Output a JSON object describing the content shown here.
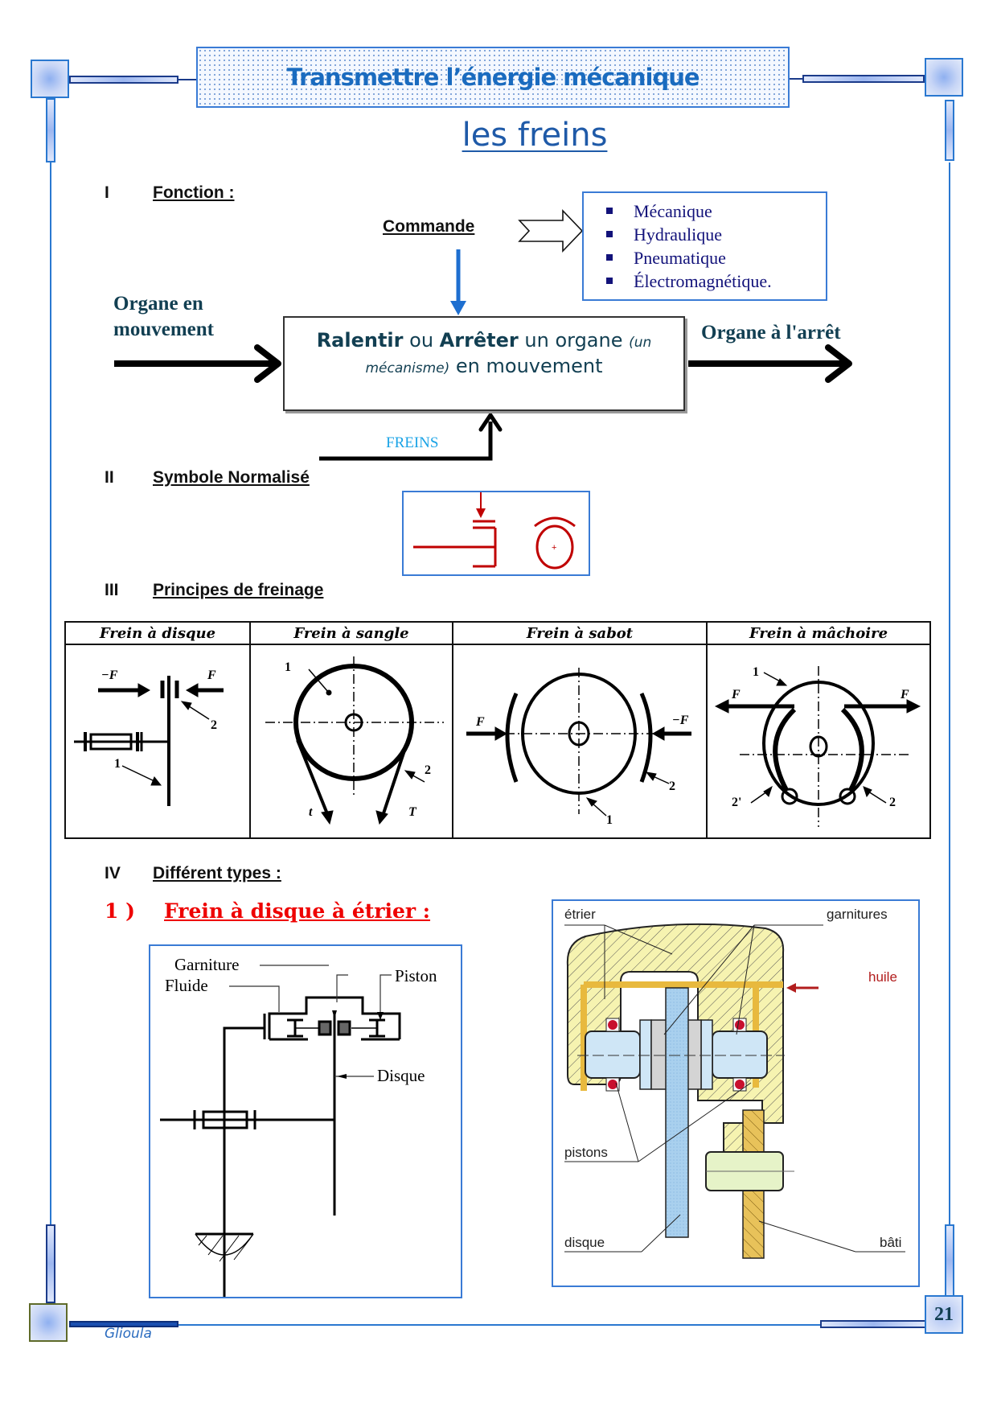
{
  "header": {
    "banner_title": "Transmettre l’énergie mécanique",
    "page_title": "les freins"
  },
  "sections": [
    {
      "num": "I",
      "title": "Fonction :"
    },
    {
      "num": "II",
      "title": "Symbole Normalisé"
    },
    {
      "num": "III",
      "title": "Principes de freinage"
    },
    {
      "num": "IV",
      "title": "Différent types :"
    }
  ],
  "fonction": {
    "commande_label": "Commande",
    "command_types": [
      "Mécanique",
      "Hydraulique",
      "Pneumatique",
      "Électromagnétique."
    ],
    "input_label_line1": "Organe en",
    "input_label_line2": "mouvement",
    "output_label": "Organe à l'arrêt",
    "main_box": {
      "word1": "Ralentir",
      "word2": " ou ",
      "word3": "Arrêter",
      "word4": " un organe ",
      "paren1": "(un",
      "paren2": "mécanisme)",
      "word5": " en mouvement"
    },
    "support_label": "FREINS"
  },
  "principles": {
    "columns": [
      "Frein à disque",
      "Frein à sangle",
      "Frein à sabot",
      "Frein à mâchoire"
    ],
    "disque_labels": {
      "neg_force": "−F",
      "force": "F",
      "part1": "1",
      "part2": "2"
    },
    "sangle_labels": {
      "part1": "1",
      "part2": "2",
      "t_small": "t",
      "t_big": "T"
    },
    "sabot_labels": {
      "force": "F",
      "neg_force": "−F",
      "part1": "1",
      "part2": "2"
    },
    "machoire_labels": {
      "force_left": "F",
      "force_right": "F",
      "part1": "1",
      "part2": "2",
      "part2p": "2'"
    }
  },
  "types": {
    "item1_number": "1 )",
    "item1_title": "Frein à disque à étrier :",
    "schema_labels": {
      "garniture": "Garniture",
      "fluide": "Fluide",
      "piston": "Piston",
      "disque": "Disque"
    },
    "section_labels": {
      "etrier": "étrier",
      "garnitures": "garnitures",
      "huile": "huile",
      "pistons": "pistons",
      "disque": "disque",
      "bati": "bâti"
    }
  },
  "footer": {
    "author": "Glioula",
    "page_number": "21"
  },
  "colors": {
    "frame_blue": "#2a78d0",
    "title_blue": "#1a6bbf",
    "heading_teal": "#123f52",
    "list_navy": "#12127a",
    "accent_red": "#e00000",
    "symbol_red": "#c00000",
    "freins_cyan": "#1aa3e6"
  }
}
